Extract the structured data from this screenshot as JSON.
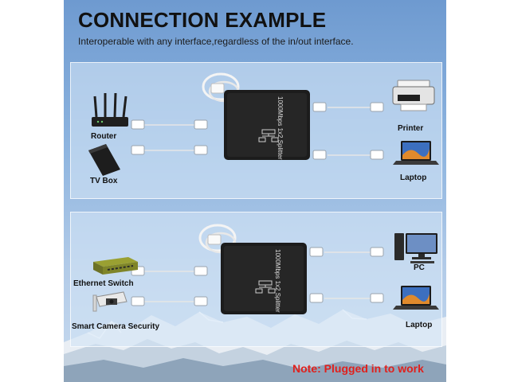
{
  "header": {
    "title": "CONNECTION EXAMPLE",
    "subtitle": "Interoperable with any interface,regardless of the in/out interface."
  },
  "product": {
    "label": "1000Mbps 1x2 Splitter"
  },
  "panel_top": {
    "left_devices": [
      "Router",
      "TV Box"
    ],
    "right_devices": [
      "Printer",
      "Laptop"
    ]
  },
  "panel_bottom": {
    "left_devices": [
      "Ethernet Switch",
      "Smart Camera Security"
    ],
    "right_devices": [
      "PC",
      "Laptop"
    ]
  },
  "footer": {
    "note": "Note: Plugged in to work",
    "note_color": "#e0201c"
  },
  "colors": {
    "background_top": "#6e9ad0",
    "background_bottom": "#c9dbef",
    "splitter_body": "#1c1c1c",
    "cable": "#e6e6e6"
  },
  "icons": [
    "router-icon",
    "tv-box-icon",
    "printer-icon",
    "laptop-icon",
    "ethernet-switch-icon",
    "security-camera-icon",
    "pc-icon",
    "usb-cable-icon",
    "rj45-plug-icon",
    "ethernet-port-icon"
  ]
}
